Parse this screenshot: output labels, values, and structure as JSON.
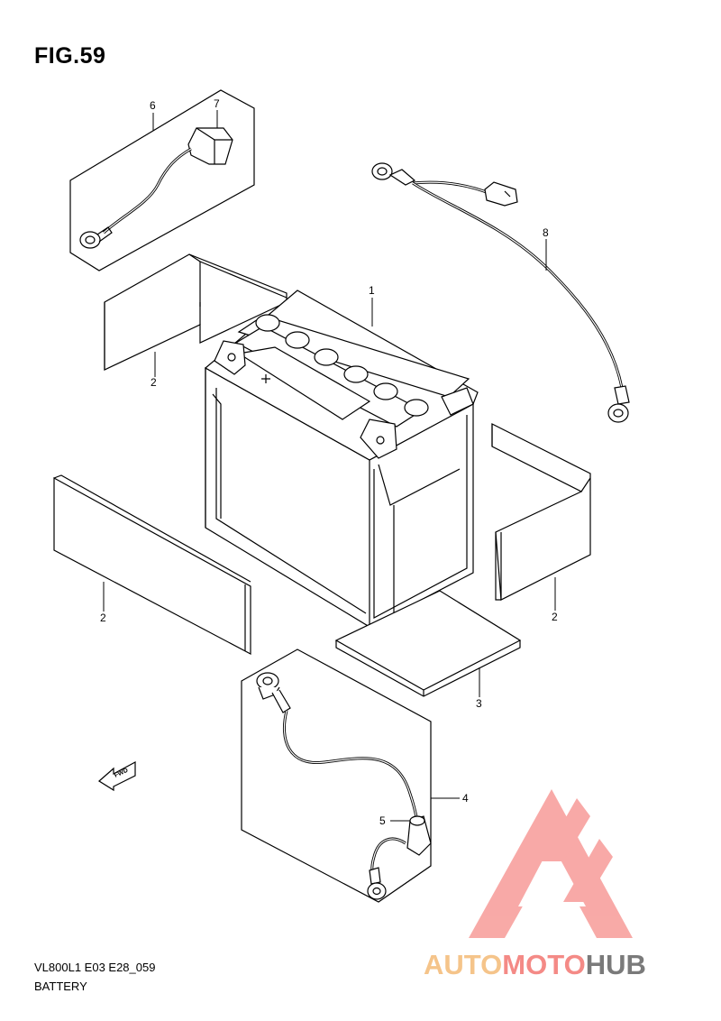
{
  "figure": {
    "title": "FIG.59",
    "model_code": "VL800L1 E03 E28_059",
    "section_name": "BATTERY"
  },
  "callouts": [
    {
      "number": "1",
      "part": "battery"
    },
    {
      "number": "2",
      "part": "battery-pad-left-top"
    },
    {
      "number": "2",
      "part": "battery-pad-front"
    },
    {
      "number": "2",
      "part": "battery-pad-right"
    },
    {
      "number": "3",
      "part": "battery-pad-bottom"
    },
    {
      "number": "4",
      "part": "battery-lead-negative-panel"
    },
    {
      "number": "5",
      "part": "lead-cap"
    },
    {
      "number": "6",
      "part": "battery-lead-positive-panel"
    },
    {
      "number": "7",
      "part": "terminal-cap"
    },
    {
      "number": "8",
      "part": "battery-lead-wire"
    }
  ],
  "direction_marker": {
    "label": "FWD"
  },
  "watermark": {
    "text_part1": "AUTO",
    "text_part2": "MOTO",
    "text_part3": "HUB",
    "color_light": "#f5c48a",
    "color_pink": "#f48a86",
    "color_gray": "#7a7a7a"
  }
}
